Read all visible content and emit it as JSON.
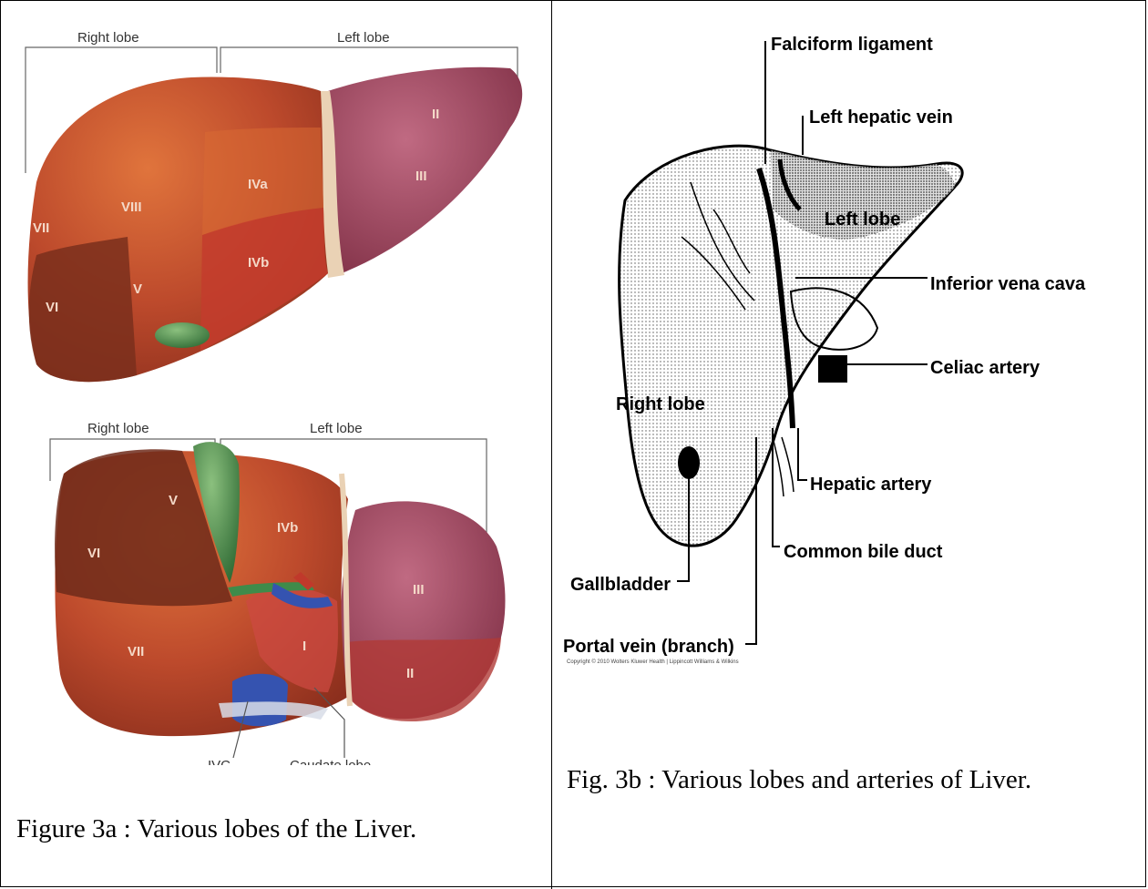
{
  "figure_3a": {
    "top_view": {
      "right_lobe": "Right lobe",
      "left_lobe": "Left lobe",
      "segments": [
        "II",
        "III",
        "IVa",
        "VIII",
        "VII",
        "IVb",
        "V",
        "VI"
      ]
    },
    "bottom_view": {
      "right_lobe": "Right lobe",
      "left_lobe": "Left lobe",
      "segments": [
        "V",
        "IVb",
        "VI",
        "III",
        "VII",
        "I",
        "II"
      ],
      "ivc": "IVC",
      "caudate": "Caudate lobe"
    },
    "caption": "Figure 3a : Various lobes of the Liver."
  },
  "figure_3b": {
    "labels": {
      "falciform": "Falciform ligament",
      "left_hepatic_vein": "Left hepatic vein",
      "left_lobe": "Left lobe",
      "inferior_vena_cava": "Inferior vena cava",
      "celiac_artery": "Celiac artery",
      "right_lobe": "Right lobe",
      "hepatic_artery": "Hepatic artery",
      "common_bile_duct": "Common bile duct",
      "gallbladder": "Gallbladder",
      "portal_vein": "Portal vein (branch)"
    },
    "credit": "Copyright © 2010 Wolters Kluwer Health | Lippincott Williams & Wilkins",
    "caption": "Fig. 3b : Various lobes and arteries of Liver."
  },
  "colors": {
    "liver_red": "#b8402c",
    "liver_orange": "#c9642f",
    "liver_dark": "#7a2e1c",
    "left_lobe_purple": "#9a3f57",
    "gallbladder_green": "#4f8a4e",
    "ivc_blue": "#3553b0"
  }
}
